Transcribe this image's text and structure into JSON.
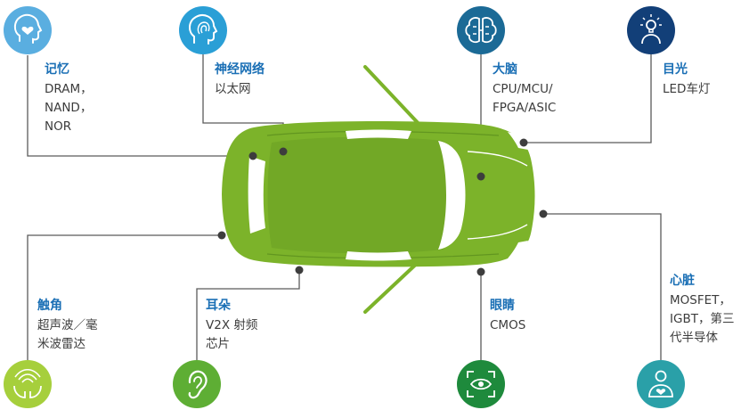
{
  "colors": {
    "car_body": "#7cb32a",
    "car_dark": "#629620",
    "car_window": "#ffffff",
    "line": "#5a5a5a",
    "dot": "#3d3d3d",
    "title_blue": "#1a6fb5"
  },
  "components": [
    {
      "id": "memory",
      "title": "记忆",
      "lines": [
        "DRAM，",
        "NAND，",
        "NOR"
      ],
      "icon": "heart-head-icon",
      "icon_color": "#5aaee0",
      "title_color": "#1a6fb5"
    },
    {
      "id": "neural",
      "title": "神经网络",
      "lines": [
        "以太网"
      ],
      "icon": "fingerprint-head-icon",
      "icon_color": "#2a9fd6",
      "title_color": "#1a6fb5"
    },
    {
      "id": "brain",
      "title": "大脑",
      "lines": [
        "CPU/MCU/",
        "FPGA/ASIC"
      ],
      "icon": "brain-icon",
      "icon_color": "#1b6a96",
      "title_color": "#1a6fb5"
    },
    {
      "id": "eye",
      "title": "目光",
      "lines": [
        "LED车灯"
      ],
      "icon": "lightbulb-person-icon",
      "icon_color": "#123f78",
      "title_color": "#1a6fb5"
    },
    {
      "id": "touch",
      "title": "触角",
      "lines": [
        "超声波／毫",
        "米波雷达"
      ],
      "icon": "hands-waves-icon",
      "icon_color": "#a6cf3c",
      "title_color": "#1a6fb5"
    },
    {
      "id": "ear",
      "title": "耳朵",
      "lines": [
        "V2X 射频",
        "芯片"
      ],
      "icon": "ear-icon",
      "icon_color": "#5eae34",
      "title_color": "#1a6fb5"
    },
    {
      "id": "vision",
      "title": "眼睛",
      "lines": [
        "CMOS"
      ],
      "icon": "eye-scan-icon",
      "icon_color": "#1e8a3c",
      "title_color": "#1a6fb5"
    },
    {
      "id": "heart",
      "title": "心脏",
      "lines": [
        "MOSFET，",
        "IGBT，第三",
        "代半导体"
      ],
      "icon": "person-heart-icon",
      "icon_color": "#2aa0a8",
      "title_color": "#1a6fb5"
    }
  ]
}
